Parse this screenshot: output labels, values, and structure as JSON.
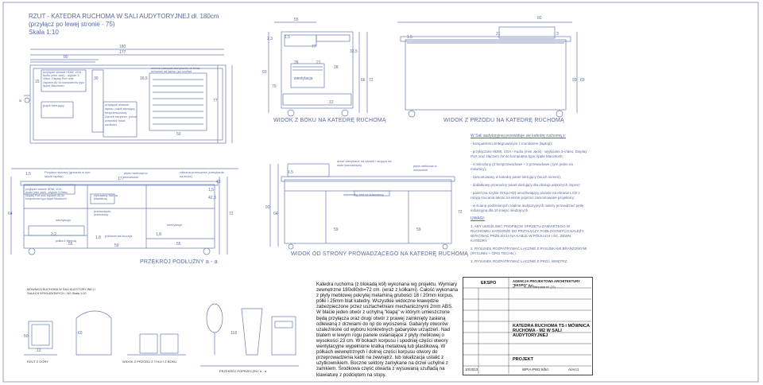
{
  "title": {
    "line1": "RZUT - KATEDRA RUCHOMA W SALI AUDYTORYJNEJ dł. 180cm",
    "line2": "(przyłącz po lewej stronie - 75)",
    "line3": "Skala 1:10"
  },
  "plan_view": {
    "dim_180": "180",
    "dim_177": "177",
    "dim_80": "80",
    "dim_77": "77",
    "dim_50": "50",
    "dim_30": "30",
    "dim_165": "16,5",
    "conn_box": "przyłącze słotowe HDMI, VGA - Audio (mini Jack) - wyjście 3-Video, Display Port oraz złączem AV do komputerów typu Apple Macintosh",
    "monitor_label": "pulpit sterujący",
    "list_label": "przyłącze słotowe laptop; pulpit sterujący bezprzewodowy; Zamek bezpiecz. (ortho przycisk); lokal; wzdłużer",
    "drawer_label": "zielona krawędź zamykanie na klucz - schowek na laptop (po szuflad",
    "note_a": "a",
    "note_15": "15"
  },
  "side_view": {
    "title": "WIDOK Z BOKU NA KATEDRĘ RUCHOMĄ",
    "d55": "55",
    "d15": "1,5",
    "d77": "77",
    "d23": "2,3",
    "d28a": "28",
    "d21": "21",
    "d28b": "28",
    "d335": "33,5",
    "d93": "93",
    "d70": "70",
    "d66": "66",
    "d72": "72",
    "d12": "12",
    "fan": "wentylacja"
  },
  "front_view": {
    "title": "WIDOK Z PRZODU NA KATEDRĘ RUCHOMĄ",
    "d60": "60",
    "d15": "1,5",
    "d21": "21",
    "d3": "3",
    "d93": "93",
    "d69": "69"
  },
  "section_view": {
    "title": "PRZEKRÓJ PODŁUŻNY a - a",
    "d177": "177",
    "d15": "1,5",
    "d43": "43",
    "d64": "64",
    "conn_top": "Przyłącz słotowy (gniazdo w tym słocie laptop)",
    "cable_label": "płyta meblowa w melaminie",
    "latch_label": "zdłużna przesuwna (zamykanie na klucz)",
    "inner_label": "przyłącze słotowe HDMI, VGA - Audio (mini Jack) - wyjście 3-Video, Display Port oraz złączem AV do komputerów typu Apple Macintosh",
    "cable_tray": "wysuwany blat na klawiaturę",
    "prox": "przesunięcie, przelotowy",
    "fan1": "wentylacja",
    "fan2": "wentylacja",
    "d22": "2,2",
    "d18": "1,8",
    "d55a": "55",
    "d59": "59",
    "d55b": "55",
    "d72": "72",
    "d185": "1,8",
    "d423": "42,3",
    "d15b": "1,5",
    "n_shelf": "półka z blendą",
    "n_drawer": "półdrzwi na kluczyk"
  },
  "operator_view": {
    "title": "WIDOK OD STRONY PROWADZĄCEGO NA KATEDRĘ RUCHOMĄ",
    "lock_label": "drzwi zamykane na zamek i stojąca na stole klarzadowej",
    "panel_label": "płyta meblowa w melaminie",
    "tray_label": "wysuwany blat na klawiaturę",
    "d15": "1,5",
    "d59a": "59",
    "d59b": "59",
    "d93": "93",
    "d64": "64",
    "d72": "72"
  },
  "notes": {
    "intro": "W Sali audytoryjnej przewiduje się katedrę ruchomą z:",
    "items": [
      "- komputerem zintegrowanym z monitorem (laptop);",
      "- przyłączami HDMI, VGA - Audio (mini Jack) - wyjściami 3-Video, Display Port oraz złączem AV do komputera typu Apple Macintosh;",
      "- 4 mikrofony (2 bezprzewodowe + 2 przewodowe ( tym jeden na mównicy);",
      "- zamontowany w katedrę panel sterujący (touch screen);",
      "- dodatkowy przenośny panel sterujący dla obsługi większych imprez;",
      "- panel (na szybie Ortop HD) umożliwiający pisanie na ekranie LCD z razyją rzucania tekstu na ekran poprzez zamontowane projektory;",
      "- w ścianę podzielonych zdalnie audytoryjnych należy przewidzieć pętlę indukcyjną dla 10 miejsc siedzących."
    ],
    "remarks_head": "UWAGI:",
    "remarks": [
      "1. ABY UMOŻLIWIĆ PODPIĘCIE SPRZĘTU ZAMIARTEGO W RUCHOMEJ KATEDRZE DO PRZYŁĄCZY PODŁOGOWYCH NALEŻY WYKONAĆ PRZEJŚCIA NA KABLE W PÓŁKACH I ŚC. ZEWN. KATEDRY.",
      "2. RYSUNEK ROZPATRYWAĆ ŁĄCZNIE Z RYSUNKAMI BRANŻOWYMI (RYSUNKI + OPIS TECHN.).",
      "3. RYSUNEK ROZPATRYWAĆ ŁĄCZNIE Z PROJ. WNĘTRZ."
    ]
  },
  "description": "Katedra ruchoma (z blokadą kół) wykonana wg projektu. Wymiary zewnętrzne 180x80xh=72 cm. (wraz z kółkami). Całość wykonana z płyty meblowej pokrytej melaminą grubości 18 / 20mm korpus, półki i 25mm blat katedry. Wszystkie widoczne krawędzie zabezpieczone przez uszlachetniani mechanicznymi 2mm ABS. W blacie jeden otwór z uchylną \"klapą\" w którym umieszczone będą przyłącza oraz drugi otwór z prawej zamknięty zasłaną odlewaną z drzwiami do np do wyciszenia. Gabaryty otworów uzależnione od wyboru konkretnych gabarytów urządzeń. Nad blatem w lewym rogu panele osłaniające z płyty meblowej o wysokości 23 cm. W bokach korpusu i spodniej części otwory wentylacyjne wypełnione kratką metalową lub plastikową. W półkach wewnętrznych i dolnej części korpusu otwory do przeprowadzenia kabli na zewnątrz. lub lokalizacja ustalić z użytkownikiem. Boczne sektory zamykane na drzwi uchylne z zamkiem. Środkowa część otwarta z wysuwaną szufladą na klawiaturę z podciętem na stopy.",
  "small_views": {
    "caption": "MÓWNICA RUCHOMA W SALI AUDYTORYJNEJ I SALACH WYKŁADOWYCH - M2 Skala 1:20",
    "label1": "RZUT Z GÓRY",
    "label2": "WIDOK Z PRZODU Z TYŁU I Z BOKU",
    "label3": "PRZEKRÓJ POPRZECZNY a - a",
    "d50": "50",
    "d60": "60",
    "d118": "118",
    "d12": "12"
  },
  "stamp": {
    "logo": "EKSPO",
    "company": "AGENCJA PROJEKTOWA ARCHITEKTURY \"EKSPO\" s.c.",
    "address": "ul. ......... 01-000 Warszawa tel. (22) ..........",
    "project": "KATEDRA RUCHOMA TS i MÓWNICA RUCHOMA - M2 W SALI AUDYTORYJNEJ",
    "stage": "PROJEKT",
    "number": "WPIA-PW2 8/b/c",
    "sheet": "A/Arc1",
    "date": "10/2013"
  }
}
